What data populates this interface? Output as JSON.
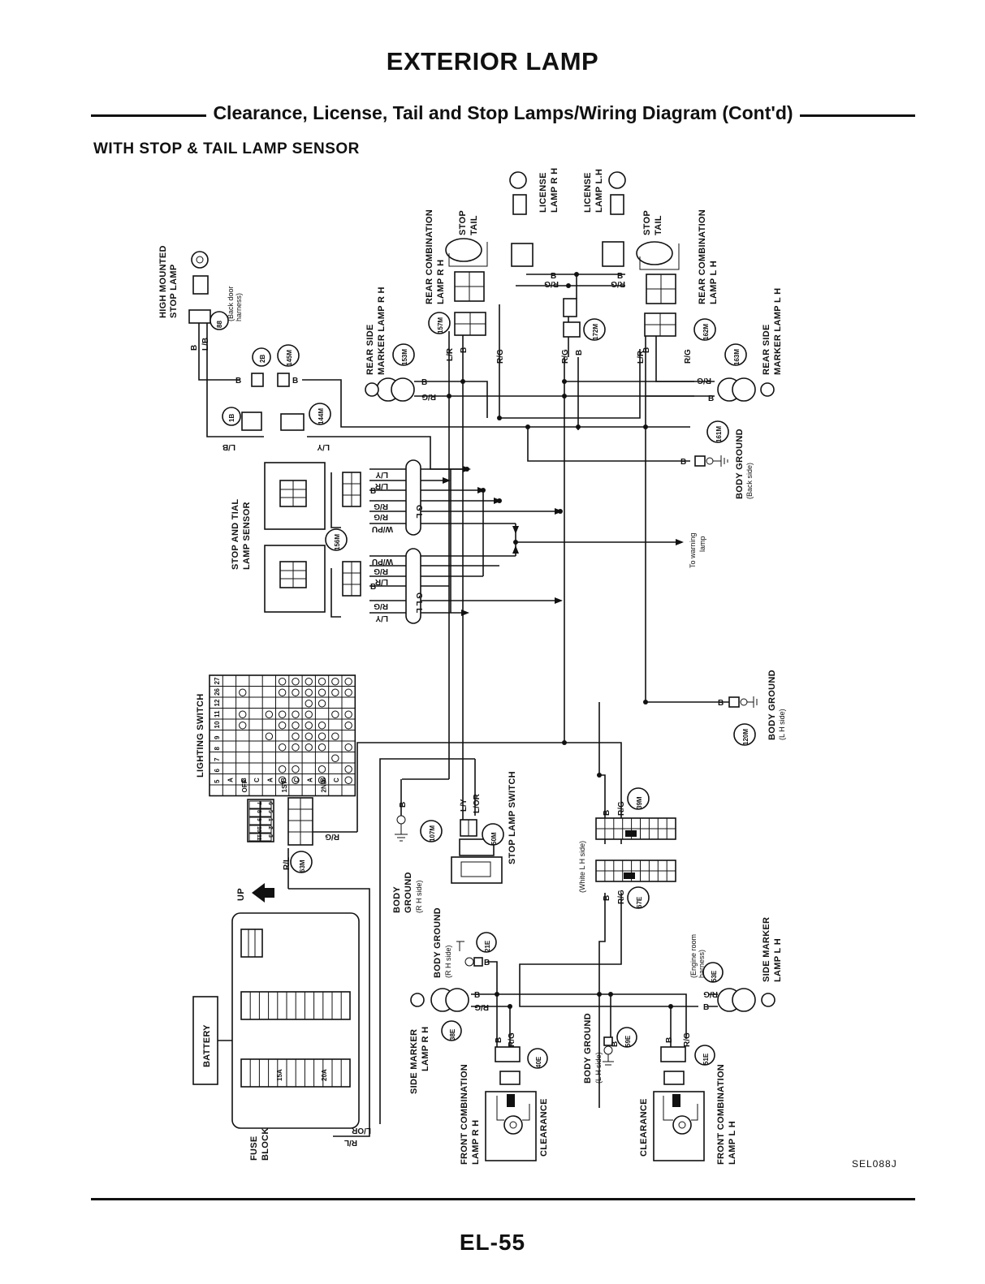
{
  "header": {
    "title": "EXTERIOR LAMP",
    "subtitle": "Clearance, License, Tail and Stop Lamps/Wiring Diagram (Cont'd)",
    "variant": "WITH STOP & TAIL LAMP SENSOR"
  },
  "footer": {
    "ref_code": "SEL088J",
    "page_number": "EL-55"
  },
  "components": {
    "high_mounted_stop_lamp": [
      "HIGH MOUNTED",
      "STOP LAMP"
    ],
    "back_door_harness": [
      "(Back door",
      "harness)"
    ],
    "rear_side_marker_rh": [
      "REAR SIDE",
      "MARKER LAMP R H"
    ],
    "rear_combination_rh": [
      "REAR COMBINATION",
      "LAMP R H"
    ],
    "stop_tail_rh": [
      "STOP",
      "TAIL"
    ],
    "license_lamp_rh": [
      "LICENSE",
      "LAMP R H"
    ],
    "license_lamp_lh": [
      "LICENSE",
      "LAMP L.H"
    ],
    "stop_tail_lh": [
      "STOP",
      "TAIL"
    ],
    "rear_combination_lh": [
      "REAR COMBINATION",
      "LAMP L H"
    ],
    "rear_side_marker_lh": [
      "REAR SIDE",
      "MARKER LAMP L H"
    ],
    "body_ground_back": [
      "BODY GROUND",
      "(Back side)"
    ],
    "stop_tail_sensor": [
      "STOP AND TIAL",
      "LAMP SENSOR"
    ],
    "to_warning_lamp": [
      "To warning",
      "lamp"
    ],
    "body_ground_lh_upper": [
      "BODY GROUND",
      "(L H side)"
    ],
    "lighting_switch": "LIGHTING SWITCH",
    "up_label": "UP",
    "battery": "BATTERY",
    "fuse_block": [
      "FUSE",
      "BLOCK"
    ],
    "body_ground_rh_mid": [
      "BODY",
      "GROUND",
      "(R H side)"
    ],
    "stop_lamp_switch": "STOP LAMP SWITCH",
    "white_lh_side": "(White  L H side)",
    "body_ground_rh_low": [
      "BODY GROUND",
      "(R H side)"
    ],
    "engine_room_harness": [
      "(Engine room",
      "harness)"
    ],
    "side_marker_lh": [
      "SIDE MARKER",
      "LAMP L H"
    ],
    "side_marker_rh": [
      "SIDE MARKER",
      "LAMP R H"
    ],
    "front_combination_rh": [
      "FRONT COMBINATION",
      "LAMP R H"
    ],
    "clearance_rh": "CLEARANCE",
    "body_ground_lh_low": [
      "BODY GROUND",
      "(L H side)"
    ],
    "clearance_lh": "CLEARANCE",
    "front_combination_lh": [
      "FRONT COMBINATION",
      "LAMP L H"
    ]
  },
  "connectors": {
    "c88": "88",
    "c2b": "2B",
    "c145m": "145M",
    "c1b": "1B",
    "c144m": "144M",
    "c153m": "153M",
    "c157m": "157M",
    "c172m": "172M",
    "c162m": "162M",
    "c163m": "163M",
    "c161m": "161M",
    "c156m": "156M",
    "c120m": "120M",
    "c63m": "63M",
    "c107m": "107M",
    "c50m": "50M",
    "c39m": "39M",
    "c67e": "67E",
    "c21e": "21E",
    "c53e": "53E",
    "c38e": "38E",
    "c40e": "40E",
    "c59e": "59E",
    "c51e": "51E"
  },
  "wire_colors": {
    "b": "B",
    "lb": "L/B",
    "ly": "L/Y",
    "lr": "L/R",
    "rg": "R/G",
    "wpu": "W/PU",
    "rl": "R/L",
    "lor": "L/OR",
    "g": "G",
    "gl": "G L",
    "gll": "G L L"
  },
  "fuses": {
    "f15": "15A",
    "f20": "20A"
  },
  "switch_table": {
    "positions": [
      "OFF",
      "1ST",
      "2ND"
    ],
    "columns": [
      "A",
      "B",
      "C",
      "A",
      "B",
      "C",
      "A",
      "B",
      "C"
    ],
    "terminals": [
      "5",
      "6",
      "7",
      "8",
      "9",
      "10",
      "11",
      "12",
      "26",
      "27"
    ]
  },
  "switch_connector_terminals": [
    "7",
    "8",
    "9",
    "10",
    "11",
    "6",
    "5",
    "1",
    "2",
    "3"
  ]
}
